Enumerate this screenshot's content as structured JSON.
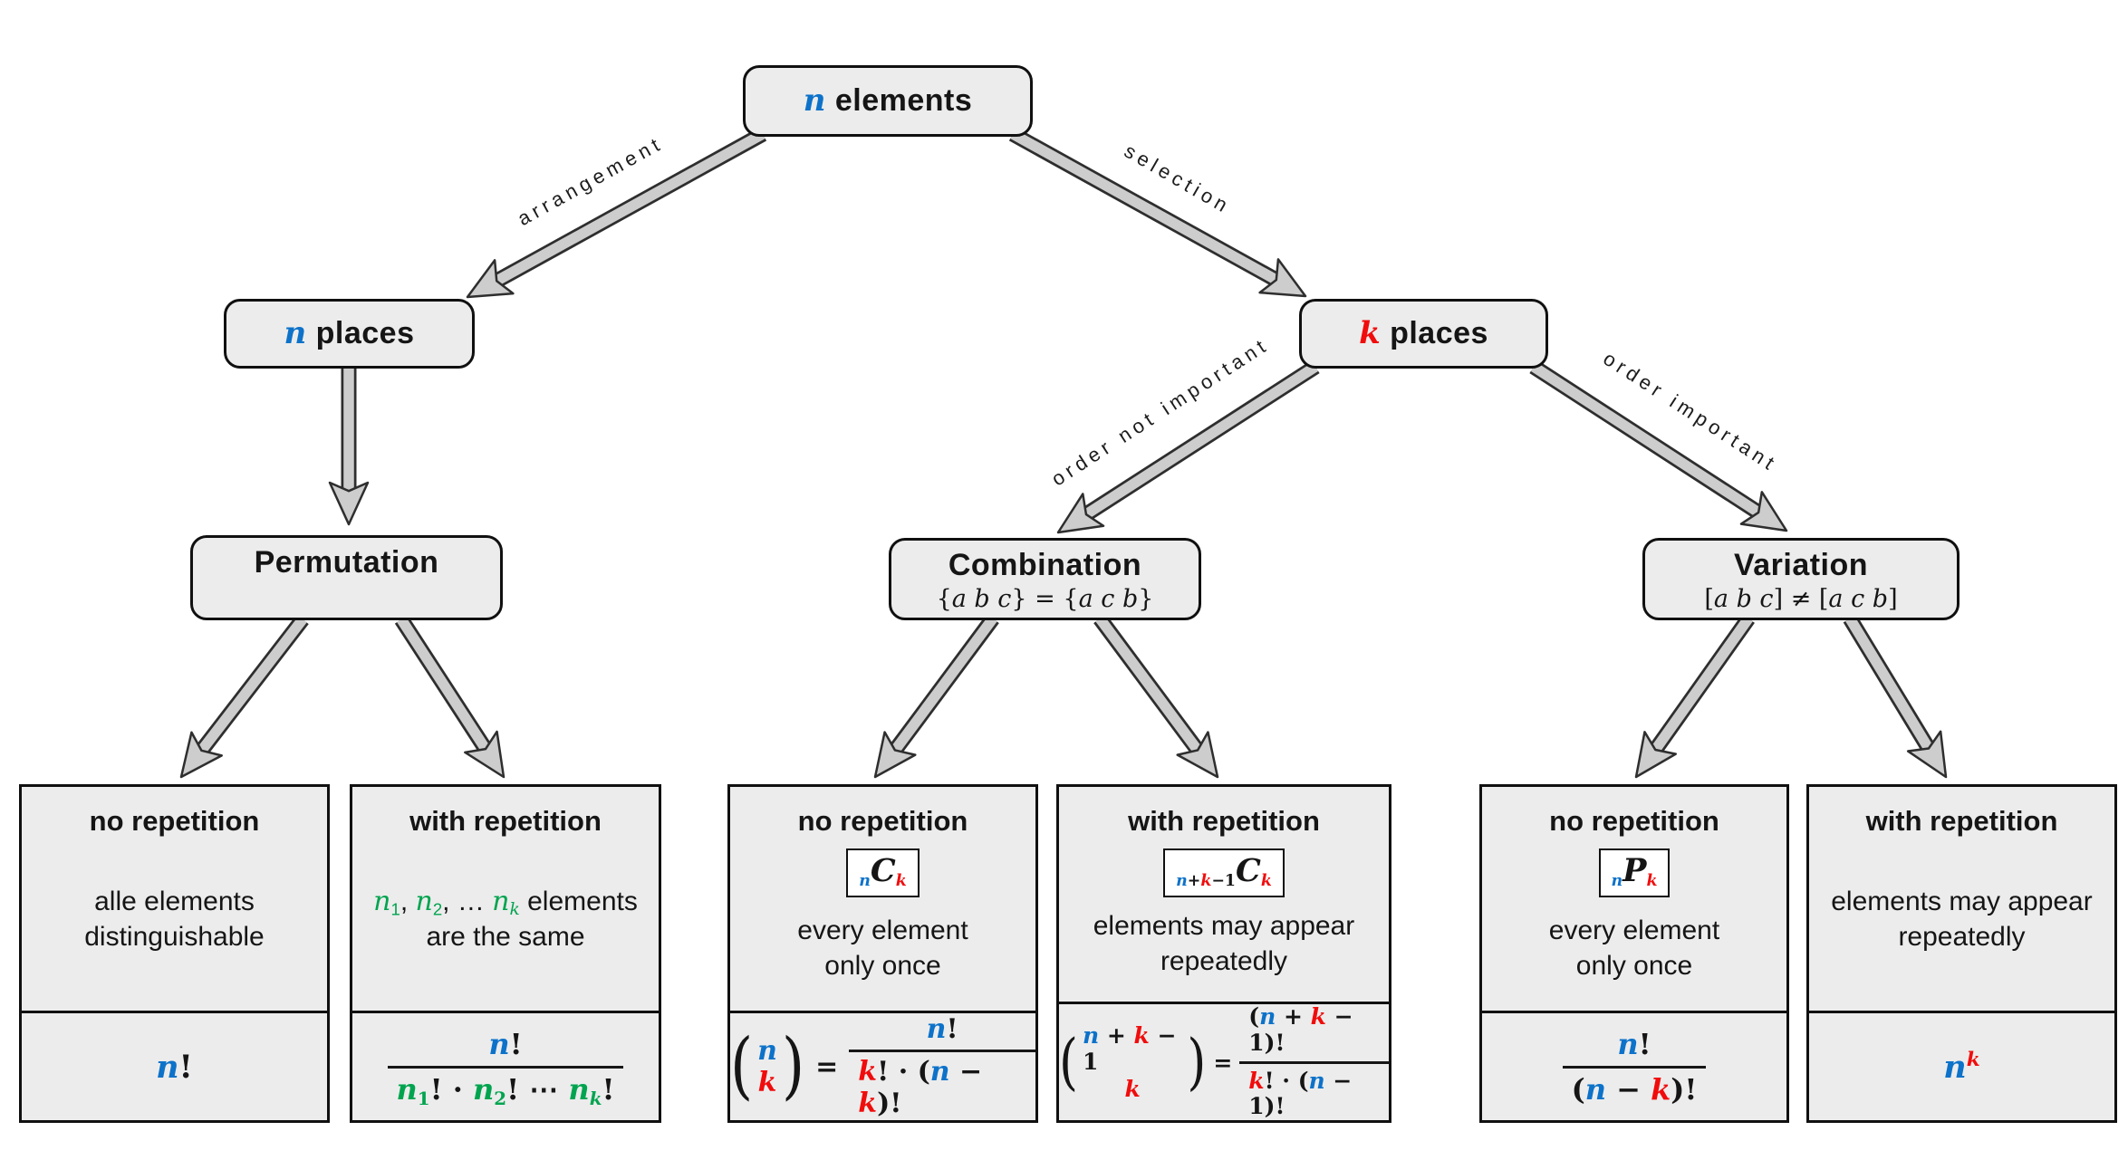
{
  "colors": {
    "blue": "#0d72c9",
    "red": "#f10c0c",
    "green": "#00a44f"
  },
  "glyphs": {
    "paren_l": "(",
    "paren_r": ")"
  },
  "root": {
    "title": [
      {
        "t": "n",
        "c": "blue",
        "i": 1
      },
      {
        "t": " elements"
      }
    ]
  },
  "edges": {
    "arrangement": "arrangement",
    "selection": "selection",
    "order_not_important": "order not important",
    "order_important": "order important"
  },
  "level2": {
    "n_places": [
      {
        "t": "n",
        "c": "blue",
        "i": 1
      },
      {
        "t": " places"
      }
    ],
    "k_places": [
      {
        "t": "k",
        "c": "red",
        "i": 1
      },
      {
        "t": " places"
      }
    ]
  },
  "level3": {
    "permutation": {
      "title": "Permutation",
      "subtitle": []
    },
    "combination": {
      "title": "Combination",
      "subtitle": [
        {
          "t": "{"
        },
        {
          "t": "a b c",
          "i": 1
        },
        {
          "t": "} = {"
        },
        {
          "t": "a c b",
          "i": 1
        },
        {
          "t": "}"
        }
      ]
    },
    "variation": {
      "title": "Variation",
      "subtitle": [
        {
          "t": "["
        },
        {
          "t": "a b c",
          "i": 1
        },
        {
          "t": "] ≠ ["
        },
        {
          "t": "a c b",
          "i": 1
        },
        {
          "t": "]"
        }
      ]
    }
  },
  "leaves": [
    {
      "title": "no repetition",
      "desc1": "alle elements",
      "desc2": "distinguishable",
      "formula": [
        {
          "t": "n",
          "c": "blue",
          "i": 1
        },
        {
          "t": "!"
        }
      ]
    },
    {
      "title": "with repetition",
      "desc1_rich": [
        {
          "t": "n",
          "c": "green",
          "i": 1
        },
        {
          "t": "1",
          "c": "green",
          "sub": 1
        },
        {
          "t": ", "
        },
        {
          "t": "n",
          "c": "green",
          "i": 1
        },
        {
          "t": "2",
          "c": "green",
          "sub": 1
        },
        {
          "t": ", … "
        },
        {
          "t": "n",
          "c": "green",
          "i": 1
        },
        {
          "t": "k",
          "c": "green",
          "i": 1,
          "sub": 1
        },
        {
          "t": " elements"
        }
      ],
      "desc2": "are the same",
      "frac": {
        "num": [
          {
            "t": "n",
            "c": "blue",
            "i": 1
          },
          {
            "t": "!"
          }
        ],
        "den": [
          {
            "t": "n",
            "c": "green",
            "i": 1
          },
          {
            "t": "1",
            "c": "green",
            "sub": 1
          },
          {
            "t": "! · "
          },
          {
            "t": "n",
            "c": "green",
            "i": 1
          },
          {
            "t": "2",
            "c": "green",
            "sub": 1
          },
          {
            "t": "! ⋯ "
          },
          {
            "t": "n",
            "c": "green",
            "i": 1
          },
          {
            "t": "k",
            "c": "green",
            "i": 1,
            "sub": 1
          },
          {
            "t": "!"
          }
        ]
      }
    },
    {
      "title": "no repetition",
      "badge": [
        {
          "t": "n",
          "c": "blue",
          "i": 1,
          "sub": 1
        },
        {
          "t": "C",
          "i": 1,
          "big": 1
        },
        {
          "t": "k",
          "c": "red",
          "i": 1,
          "sub": 1
        }
      ],
      "desc1": "every element",
      "desc2": "only once",
      "eq": "=",
      "binom": {
        "top": [
          {
            "t": "n",
            "c": "blue",
            "i": 1
          }
        ],
        "bottom": [
          {
            "t": "k",
            "c": "red",
            "i": 1
          }
        ]
      },
      "frac": {
        "num": [
          {
            "t": "n",
            "c": "blue",
            "i": 1
          },
          {
            "t": "!"
          }
        ],
        "den": [
          {
            "t": "k",
            "c": "red",
            "i": 1
          },
          {
            "t": "! · ("
          },
          {
            "t": "n",
            "c": "blue",
            "i": 1
          },
          {
            "t": " − "
          },
          {
            "t": "k",
            "c": "red",
            "i": 1
          },
          {
            "t": ")!"
          }
        ]
      }
    },
    {
      "title": "with repetition",
      "badge": [
        {
          "t": "n",
          "c": "blue",
          "i": 1,
          "sub": 1
        },
        {
          "t": "+",
          "sub": 1
        },
        {
          "t": "k",
          "c": "red",
          "i": 1,
          "sub": 1
        },
        {
          "t": "−1",
          "sub": 1
        },
        {
          "t": "C",
          "i": 1,
          "big": 1
        },
        {
          "t": "k",
          "c": "red",
          "i": 1,
          "sub": 1
        }
      ],
      "desc1": "elements may appear",
      "desc2": "repeatedly",
      "eq": "=",
      "binom": {
        "top": [
          {
            "t": "n",
            "c": "blue",
            "i": 1
          },
          {
            "t": " + "
          },
          {
            "t": "k",
            "c": "red",
            "i": 1
          },
          {
            "t": " − 1"
          }
        ],
        "bottom": [
          {
            "t": "k",
            "c": "red",
            "i": 1
          }
        ]
      },
      "frac": {
        "num": [
          {
            "t": "("
          },
          {
            "t": "n",
            "c": "blue",
            "i": 1
          },
          {
            "t": " + "
          },
          {
            "t": "k",
            "c": "red",
            "i": 1
          },
          {
            "t": " − 1)!"
          }
        ],
        "den": [
          {
            "t": "k",
            "c": "red",
            "i": 1
          },
          {
            "t": "! · ("
          },
          {
            "t": "n",
            "c": "blue",
            "i": 1
          },
          {
            "t": " − 1)!"
          }
        ]
      }
    },
    {
      "title": "no repetition",
      "badge": [
        {
          "t": "n",
          "c": "blue",
          "i": 1,
          "sub": 1
        },
        {
          "t": "P",
          "i": 1,
          "big": 1
        },
        {
          "t": "k",
          "c": "red",
          "i": 1,
          "sub": 1
        }
      ],
      "desc1": "every element",
      "desc2": "only once",
      "frac": {
        "num": [
          {
            "t": "n",
            "c": "blue",
            "i": 1
          },
          {
            "t": "!"
          }
        ],
        "den": [
          {
            "t": "("
          },
          {
            "t": "n",
            "c": "blue",
            "i": 1
          },
          {
            "t": " − "
          },
          {
            "t": "k",
            "c": "red",
            "i": 1
          },
          {
            "t": ")!"
          }
        ]
      }
    },
    {
      "title": "with repetition",
      "desc1": "elements may appear",
      "desc2": "repeatedly",
      "formula": [
        {
          "t": "n",
          "c": "blue",
          "i": 1
        },
        {
          "t": "k",
          "c": "red",
          "i": 1,
          "sup": 1
        }
      ]
    }
  ]
}
